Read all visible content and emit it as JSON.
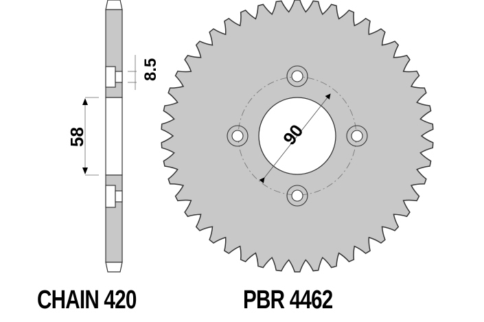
{
  "diagram": {
    "type": "technical-drawing",
    "subject": "rear chain sprocket",
    "fill_color": "#c8c8c8",
    "outline_color": "#333333",
    "background_color": "#ffffff",
    "tooth_count": 46,
    "bolt_holes": 4
  },
  "dimensions": {
    "hub_width": "8.5",
    "center_bore_height": "58",
    "bolt_circle_diameter": "90"
  },
  "labels": {
    "chain": "CHAIN 420",
    "part_number": "PBR 4462"
  }
}
